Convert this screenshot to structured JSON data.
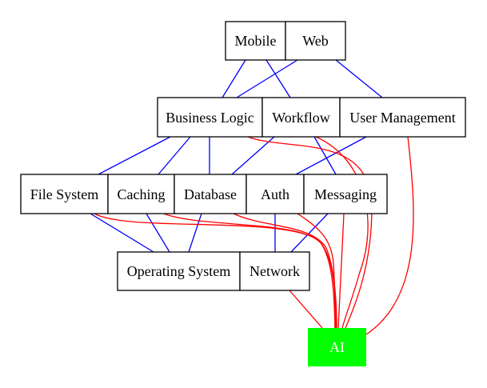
{
  "colors": {
    "dependency_edge": "#0000ff",
    "ai_edge": "#ff0000",
    "ai_node_fill": "#00ff00",
    "ai_node_text": "#ffffff",
    "node_border": "#000000",
    "background": "#ffffff"
  },
  "nodes": {
    "mobile": "Mobile",
    "web": "Web",
    "business_logic": "Business Logic",
    "workflow": "Workflow",
    "user_management": "User Management",
    "file_system": "File System",
    "caching": "Caching",
    "database": "Database",
    "auth": "Auth",
    "messaging": "Messaging",
    "operating_system": "Operating System",
    "network": "Network",
    "ai": "AI"
  },
  "edges": {
    "dependency": [
      [
        "mobile",
        "business_logic"
      ],
      [
        "mobile",
        "workflow"
      ],
      [
        "web",
        "business_logic"
      ],
      [
        "web",
        "user_management"
      ],
      [
        "business_logic",
        "file_system"
      ],
      [
        "business_logic",
        "caching"
      ],
      [
        "business_logic",
        "database"
      ],
      [
        "workflow",
        "database"
      ],
      [
        "workflow",
        "messaging"
      ],
      [
        "user_management",
        "auth"
      ],
      [
        "file_system",
        "operating_system"
      ],
      [
        "caching",
        "operating_system"
      ],
      [
        "database",
        "operating_system"
      ],
      [
        "auth",
        "network"
      ],
      [
        "messaging",
        "network"
      ]
    ],
    "ai": [
      [
        "business_logic",
        "ai"
      ],
      [
        "workflow",
        "ai"
      ],
      [
        "user_management",
        "ai"
      ],
      [
        "file_system",
        "ai"
      ],
      [
        "caching",
        "ai"
      ],
      [
        "database",
        "ai"
      ],
      [
        "auth",
        "ai"
      ],
      [
        "messaging",
        "ai"
      ],
      [
        "network",
        "ai"
      ]
    ]
  }
}
